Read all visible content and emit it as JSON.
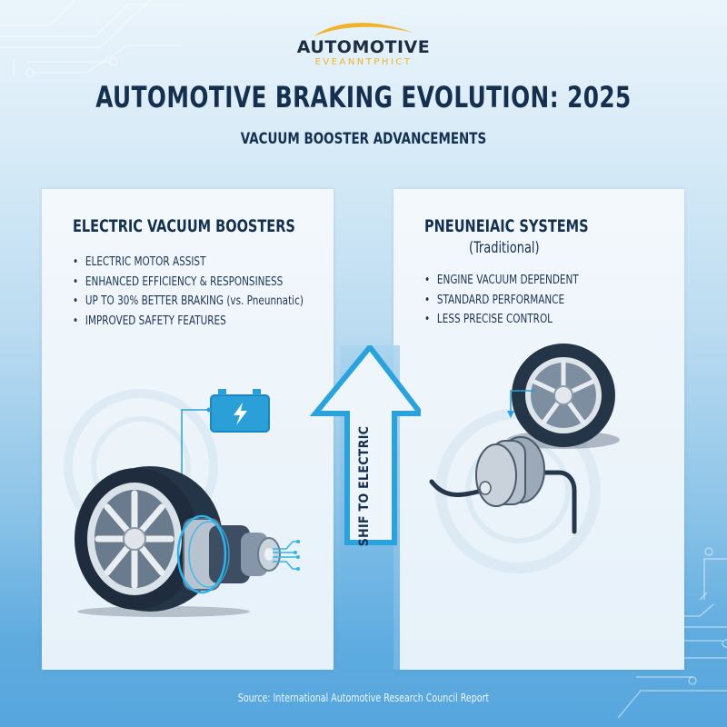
{
  "logo": {
    "main": "AUTOMOTIVE",
    "sub": "EVEANNTPHICT",
    "swoosh_color": "#f0b428"
  },
  "header": {
    "title": "AUTOMOTIVE BRAKING EVOLUTION: 2025",
    "subtitle": "VACUUM BOOSTER ADVANCEMENTS"
  },
  "panels": {
    "electric": {
      "title": "ELECTRIC VACUUM BOOSTERS",
      "bullets": [
        "ELECTRIC MOTOR ASSIST",
        "ENHANCED EFFICIENCY & RESPONSINESS",
        "UP TO 30% BETTER BRAKING (vs. Pneunnatic)",
        "IMPROVED SAFETY FEATURES"
      ],
      "illustration": {
        "icons": [
          "battery-icon",
          "wheel-icon",
          "electric-booster-icon"
        ]
      }
    },
    "pneumatic": {
      "title": "PNEUNEIAIC SYSTEMS",
      "subtitle": "(Traditional)",
      "bullets": [
        "ENGINE VACUUM DEPENDENT",
        "STANDARD PERFORMANCE",
        "LESS PRECISE CONTROL"
      ],
      "illustration": {
        "icons": [
          "wheel-icon",
          "vacuum-booster-icon",
          "hose-icon"
        ]
      }
    }
  },
  "arrow": {
    "label": "SHIF TO ELECTRIC",
    "direction": "up",
    "color": "#2aa3dd"
  },
  "footer": {
    "source": "Source: International Automotive Research Council Report"
  },
  "colors": {
    "title": "#15304f",
    "accent": "#2aa3dd",
    "background_top": "#eaf4fb",
    "background_bottom": "#56a6dd"
  }
}
